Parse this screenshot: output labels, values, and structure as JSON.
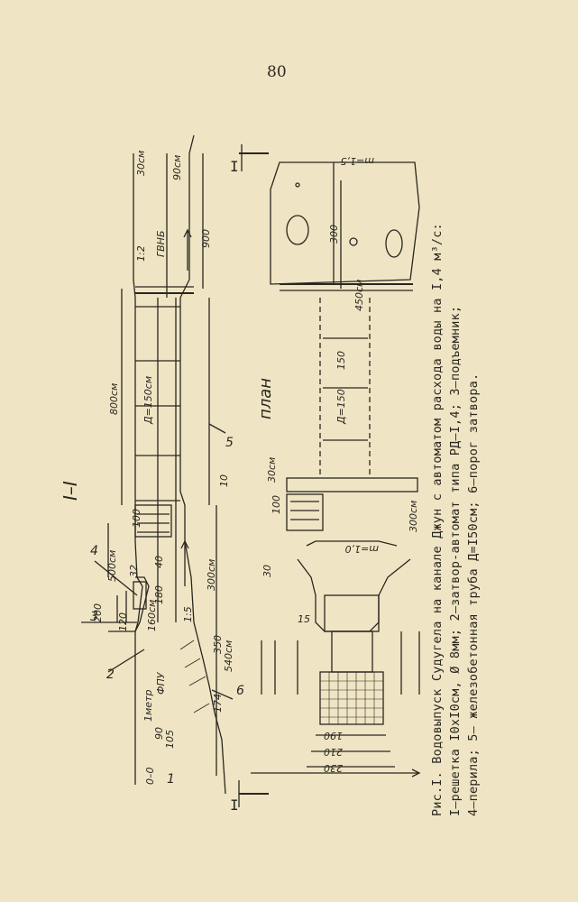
{
  "page_number": "80",
  "caption": {
    "line1": "Рис.I. Водовыпуск Судугела на канале Джун с автоматом расхода воды на I,4 м³/с:",
    "line2": "I–решетка I0xI0см, Ø 8мм; 2–затвор-автомат типа РД–I,4; 3–подъемник;",
    "line3": "4–перила; 5– железобетонная труба Д=I50см; 6–порог затвора."
  },
  "drawing": {
    "section_title": "I–I",
    "plan_title": "план",
    "cut_mark": "I",
    "section_labels": {
      "d_pipe": "Д=150см",
      "len_800": "800см",
      "len_500": "500см",
      "len_300": "300см",
      "len_350": "350",
      "len_540": "540см",
      "len_174": "174",
      "len_105": "105",
      "len_90": "90",
      "len_120": "120",
      "len_160": "160см",
      "len_180": "180",
      "len_200": "200",
      "len_100": "100",
      "len_40": "40",
      "len_32": "32",
      "len_30": "30см",
      "len_900": "900",
      "len_90cm": "90см",
      "slope_1_2": "1:2",
      "slope_1_5": "1:5",
      "level_0": "0–0",
      "level_fp": "ФПУ",
      "level_gvnb": "ГВНБ",
      "level_1m": "1метр",
      "num_1": "1",
      "num_2": "2",
      "num_3": "3",
      "num_4": "4",
      "num_5": "5",
      "num_6": "6",
      "num_10": "10"
    },
    "plan_labels": {
      "d_pipe": "Д=150",
      "w_450": "450см",
      "w_150": "150",
      "w_300": "300",
      "w_300cm": "300см",
      "w_30cm": "30см",
      "w_100": "100",
      "w_15": "15",
      "w_30": "30",
      "w_190": "190",
      "w_210": "210",
      "w_230": "230",
      "m_15": "m=1,5",
      "m_10": "m=1,0"
    }
  }
}
